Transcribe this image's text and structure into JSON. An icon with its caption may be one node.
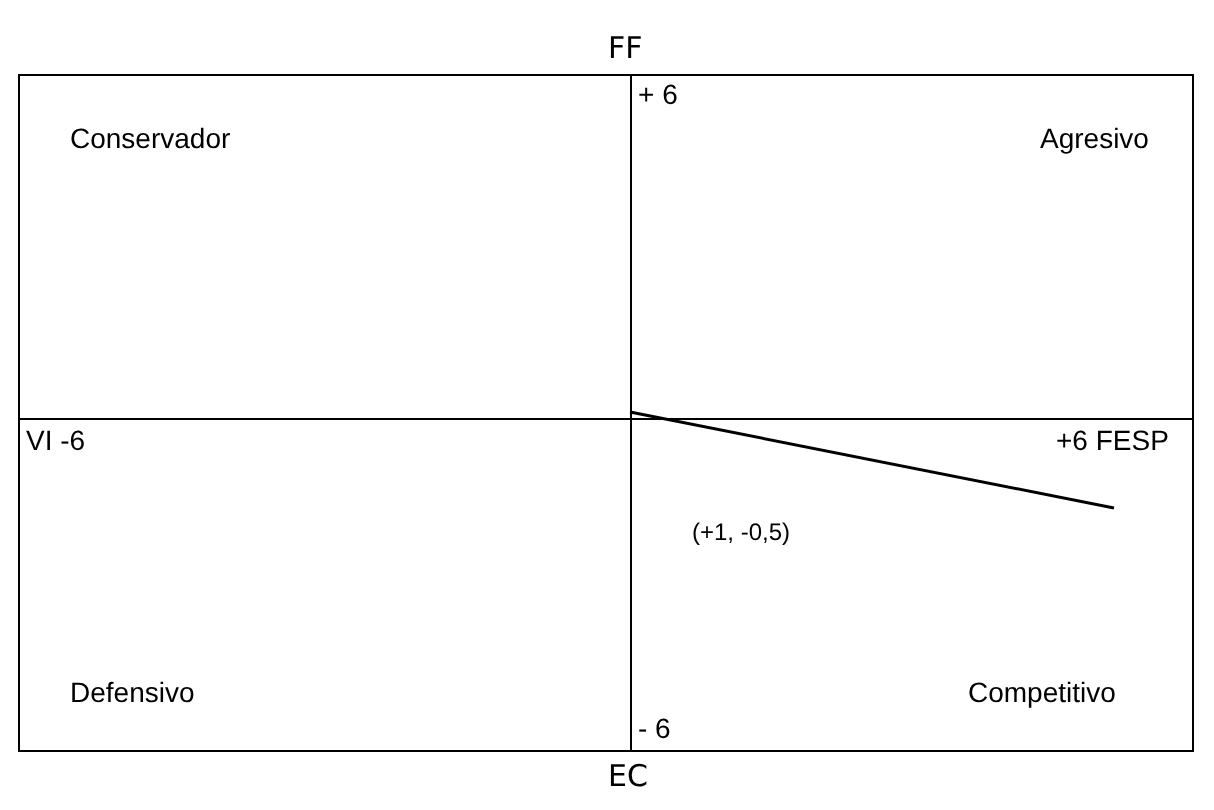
{
  "diagram": {
    "labels": [
      "FF",
      "+ 6",
      "Conservador",
      "Agresivo",
      "VI -6",
      "+6 FESP",
      "(+1, -0,5)",
      "Defensivo",
      "Competitivo",
      "- 6",
      "EC"
    ]
  }
}
